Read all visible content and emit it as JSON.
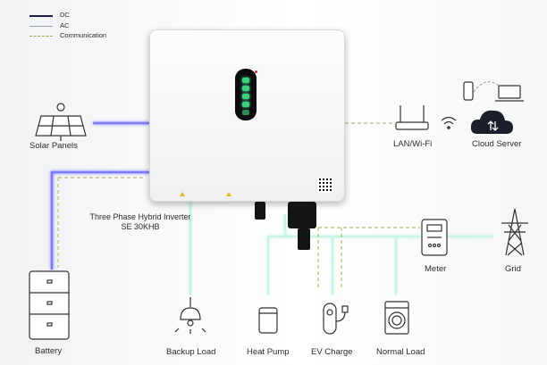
{
  "legend": {
    "dc": "DC",
    "ac": "AC",
    "communication": "Communication"
  },
  "inverter": {
    "line1": "Three Phase Hybrid Inverter",
    "line2": "SE 30KHB"
  },
  "labels": {
    "solar_panels": "Solar Panels",
    "battery": "Battery",
    "backup_load": "Backup Load",
    "heat_pump": "Heat Pump",
    "ev_charge": "EV  Charge",
    "normal_load": "Normal Load",
    "meter": "Meter",
    "grid": "Grid",
    "lan_wifi": "LAN/Wi-Fi",
    "cloud_server": "Cloud Server"
  },
  "colors": {
    "dc": "#6d6cf4",
    "ac": "#bff3df",
    "communication": "#b9b978"
  }
}
